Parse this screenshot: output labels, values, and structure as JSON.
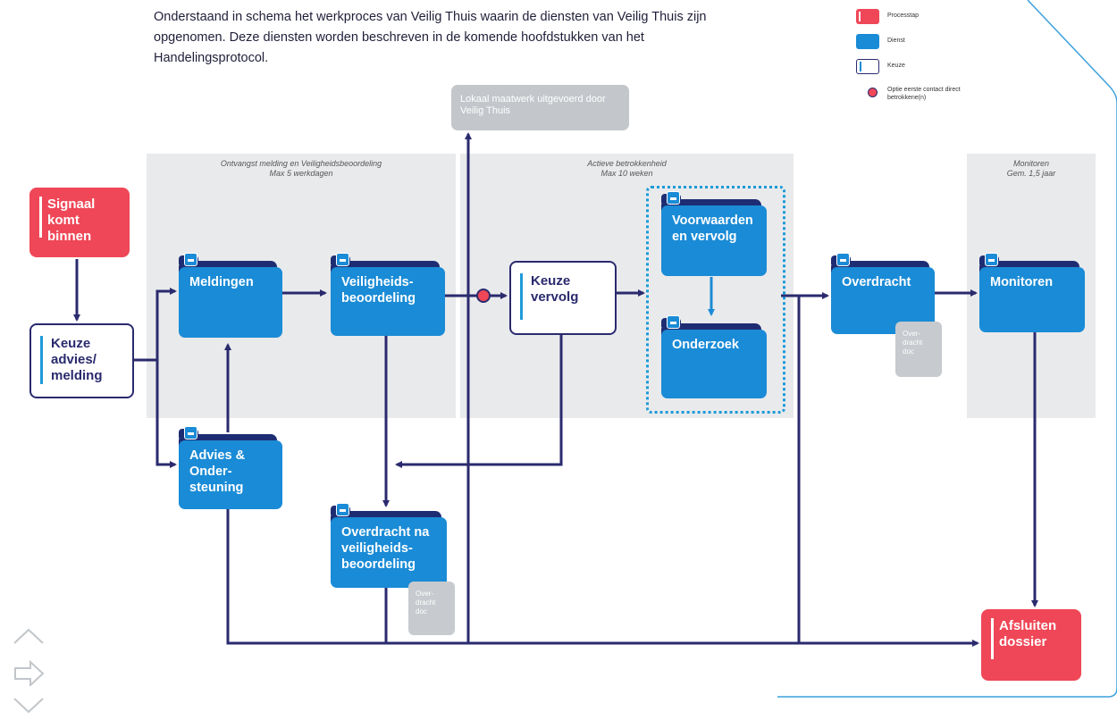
{
  "intro": {
    "text": "Onderstaand in schema het werkproces van Veilig Thuis waarin de diensten van Veilig Thuis zijn opgenomen. Deze diensten worden beschreven in de komende hoofdstukken van het Handelingsprotocol."
  },
  "legend": {
    "processtap": "Processtap",
    "dienst": "Dienst",
    "keuze": "Keuze",
    "optie": "Optie eerste contact direct betrokkene(n)"
  },
  "lanes": {
    "ontvangst_title": "Ontvangst melding en Veiligheidsbeoordeling",
    "ontvangst_sub": "Max 5 werkdagen",
    "actieve_title": "Actieve betrokkenheid",
    "actieve_sub": "Max 10 weken",
    "monitoren_title": "Monitoren",
    "monitoren_sub": "Gem. 1,5 jaar"
  },
  "nodes": {
    "signaal": "Signaal komt binnen",
    "keuze_advies": "Keuze advies/ melding",
    "meldingen": "Meldingen",
    "veiligheid": "Veiligheids-beoordeling",
    "keuze_vervolg": "Keuze vervolg",
    "voorwaarden": "Voorwaarden en vervolg",
    "onderzoek": "Onderzoek",
    "overdracht": "Overdracht",
    "monitoren": "Monitoren",
    "advies": "Advies & Onder-steuning",
    "overdracht_na": "Overdracht na veiligheids-beoordeling",
    "afsluiten": "Afsluiten dossier",
    "lokaal": "Lokaal maatwerk uitgevoerd door Veilig Thuis",
    "doc1": "Over-dracht doc",
    "doc2": "Over-dracht doc"
  },
  "colors": {
    "processtap": "#ef4757",
    "dienst": "#1a8bd6",
    "dienst_back": "#1e2d73",
    "keuze_border": "#2a2a6e",
    "arrow": "#2a2a6e",
    "lane_bg": "#e9eaec",
    "gray": "#c3c7cb"
  },
  "icons": {
    "dienst_logo": "veilig-thuis-logo-icon",
    "nav_up": "chevron-up-icon",
    "nav_next": "arrow-right-icon",
    "nav_down": "chevron-down-icon"
  }
}
